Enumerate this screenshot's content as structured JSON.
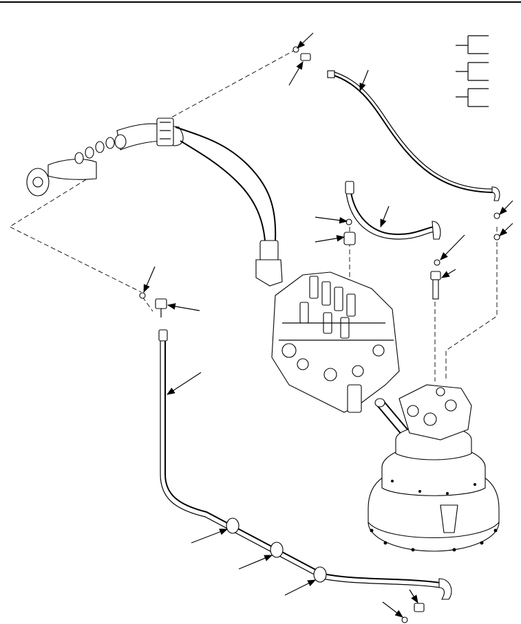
{
  "figure": {
    "header_rule_color": "#000000",
    "line_color": "#000000",
    "background_color": "#ffffff",
    "callout_bracket_count": 3,
    "callout_arrow_count": 15
  },
  "components": [
    {
      "name": "rotary-manifold-swivel",
      "icon": "swivel-joint"
    },
    {
      "name": "control-valve-assembly",
      "icon": "control-valve"
    },
    {
      "name": "swing-motor-gearbox",
      "icon": "swing-motor"
    },
    {
      "name": "long-hydraulic-line",
      "icon": "hydraulic-tube"
    },
    {
      "name": "upper-hydraulic-line",
      "icon": "hydraulic-tube"
    },
    {
      "name": "short-hydraulic-hose",
      "icon": "hydraulic-hose"
    }
  ]
}
